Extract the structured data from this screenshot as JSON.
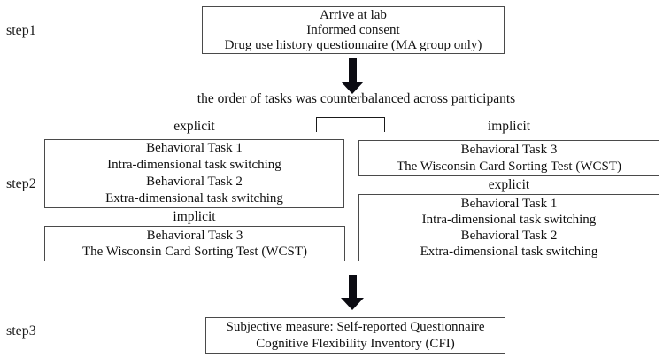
{
  "figure": {
    "background": "#ffffff",
    "box_border_color": "#4a4a4a",
    "arrow_color": "#0b0b12",
    "text_color": "#111111"
  },
  "steps": {
    "step1": {
      "label": "step1",
      "box_lines": [
        "Arrive at lab",
        "Informed consent",
        "Drug use history questionnaire (MA group only)"
      ]
    },
    "step2": {
      "label": "step2",
      "note": "the order of tasks was counterbalanced across participants",
      "left_order": {
        "first_label": "explicit",
        "first_box_lines": [
          "Behavioral Task 1",
          "Intra-dimensional task switching",
          "Behavioral Task 2",
          "Extra-dimensional task switching"
        ],
        "second_label": "implicit",
        "second_box_lines": [
          "Behavioral Task 3",
          "The Wisconsin Card Sorting Test (WCST)"
        ]
      },
      "right_order": {
        "first_label": "implicit",
        "first_box_lines": [
          "Behavioral Task 3",
          "The Wisconsin Card Sorting Test (WCST)"
        ],
        "second_label": "explicit",
        "second_box_lines": [
          "Behavioral Task 1",
          "Intra-dimensional task switching",
          "Behavioral Task 2",
          "Extra-dimensional task switching"
        ]
      }
    },
    "step3": {
      "label": "step3",
      "box_lines": [
        "Subjective measure: Self-reported Questionnaire",
        "Cognitive Flexibility Inventory (CFI)"
      ]
    }
  }
}
